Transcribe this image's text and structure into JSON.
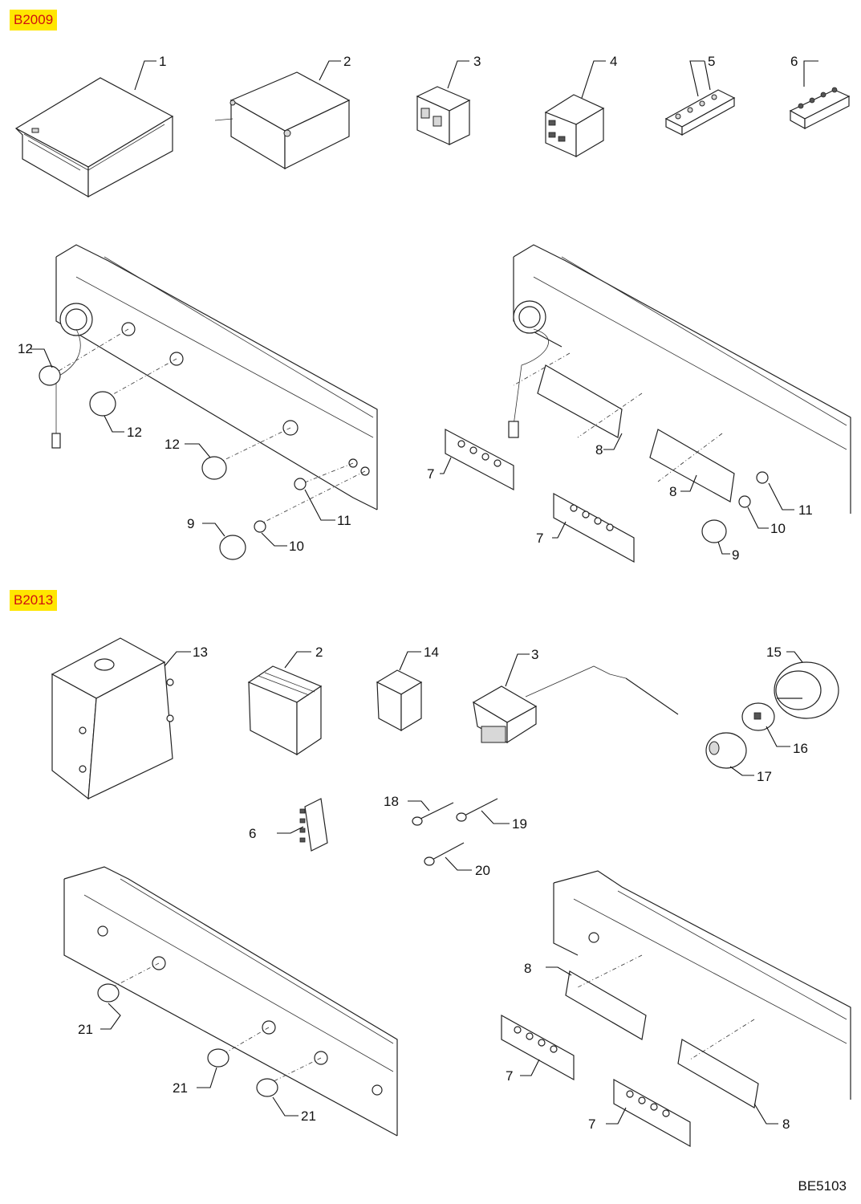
{
  "sections": [
    {
      "code": "B2009"
    },
    {
      "code": "B2013"
    }
  ],
  "drawing_code": "BE5103",
  "callouts": {
    "b2009_top": [
      "1",
      "2",
      "3",
      "4",
      "5",
      "6"
    ],
    "b2009_left_panel": [
      "12",
      "12",
      "12",
      "9",
      "10",
      "11"
    ],
    "b2009_right_panel": [
      "8",
      "8",
      "7",
      "7",
      "11",
      "10",
      "9"
    ],
    "b2013_top": [
      "13",
      "2",
      "14",
      "3",
      "15",
      "16",
      "17"
    ],
    "b2013_middle": [
      "6",
      "18",
      "19",
      "20"
    ],
    "b2013_left_panel": [
      "21",
      "21",
      "21"
    ],
    "b2013_right_panel": [
      "8",
      "7",
      "7",
      "8"
    ]
  }
}
